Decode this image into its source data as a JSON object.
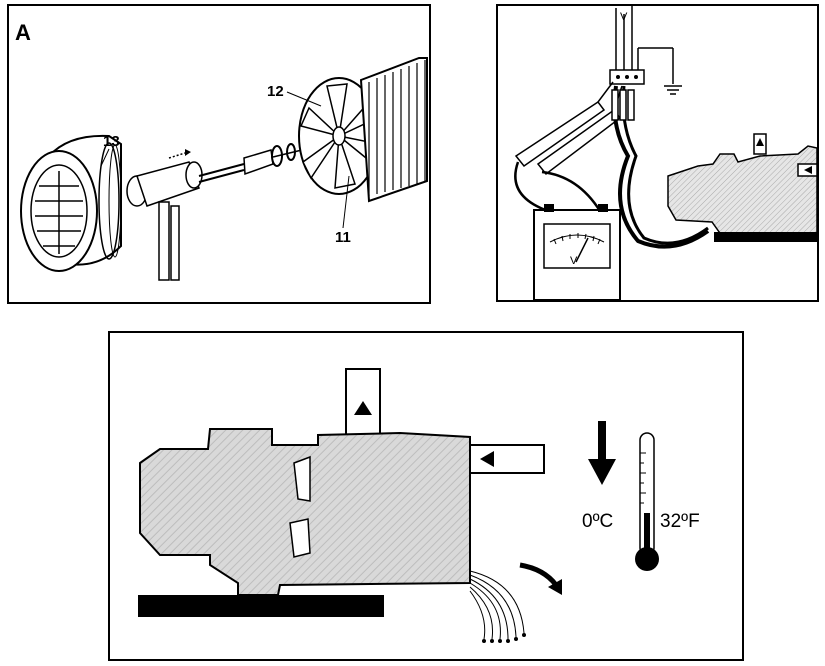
{
  "panel_a": {
    "letter": "A",
    "callouts": {
      "fan": "12",
      "cover": "13",
      "shaft": "11"
    }
  },
  "panel_b": {
    "supply_label": "V",
    "meter_label": "V"
  },
  "panel_c": {
    "temp_c": "0ºC",
    "temp_f": "32ºF"
  },
  "icons": [
    "pump-motor",
    "thermometer",
    "voltmeter",
    "probe",
    "fan-blade",
    "arrow-down",
    "ground-symbol"
  ],
  "colors": {
    "ink": "#000000",
    "fill_gray": "#d9d9d9",
    "paper": "#ffffff"
  }
}
